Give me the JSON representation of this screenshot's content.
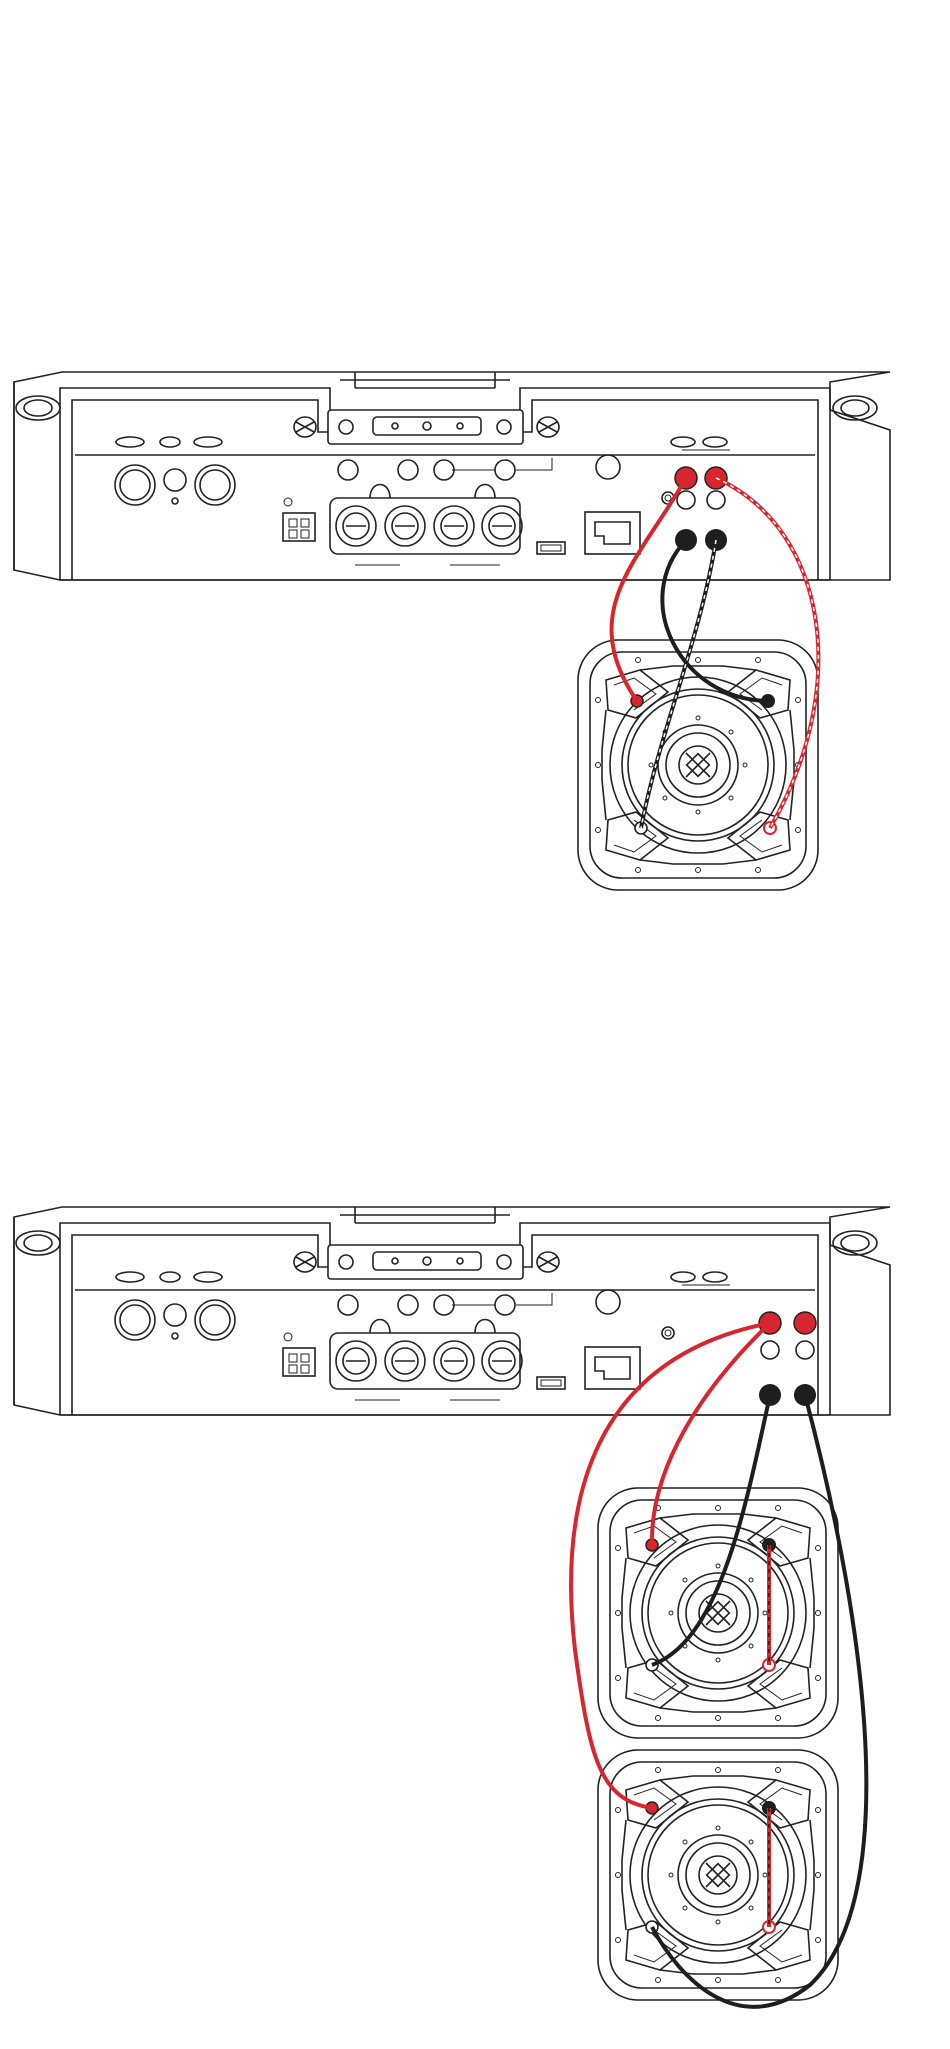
{
  "colors": {
    "positive_wire": "#d7262e",
    "negative_wire": "#1e1e1e",
    "outline": "#222222",
    "background": "#ffffff"
  },
  "diagrams": [
    {
      "id": "single-dvc-subwoofer",
      "amplifier": {
        "speaker_terminals": [
          "+",
          "+",
          "-",
          "-"
        ]
      },
      "subwoofers": 1,
      "voice_coils_per_sub": 2
    },
    {
      "id": "dual-dvc-subwoofers",
      "amplifier": {
        "speaker_terminals": [
          "+",
          "+",
          "-",
          "-"
        ]
      },
      "subwoofers": 2,
      "voice_coils_per_sub": 2
    }
  ],
  "icons": [
    "amplifier-icon",
    "subwoofer-icon",
    "terminal-icon",
    "wire-icon"
  ]
}
